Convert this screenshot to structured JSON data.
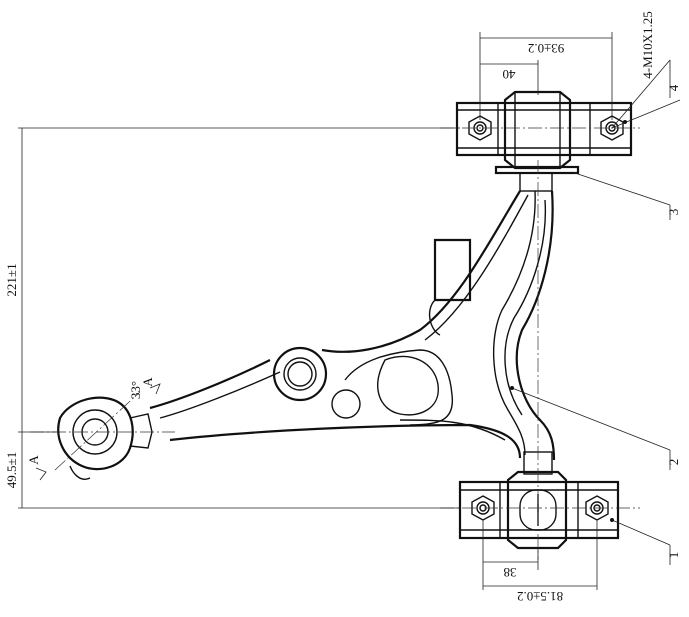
{
  "dimensions": {
    "d93": "93±0.2",
    "d40": "40",
    "d221": "221±1",
    "d49": "49.5±1",
    "d38": "38",
    "d81": "81.5±0.2",
    "angle": "33°",
    "thread": "4-M10X1.25"
  },
  "section": {
    "marker": "A"
  },
  "callouts": [
    "1",
    "2",
    "3",
    "4"
  ]
}
